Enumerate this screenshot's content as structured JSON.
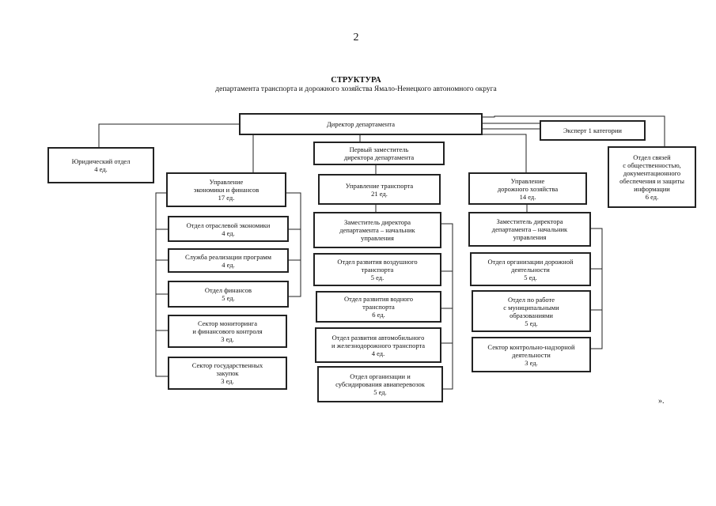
{
  "page_number": "2",
  "title": "СТРУКТУРА",
  "subtitle": "департамента транспорта и дорожного хозяйства Ямало-Ненецкого автономного округа",
  "director": [
    "Директор департамента"
  ],
  "expert": [
    "Эксперт 1 категории"
  ],
  "legal": [
    "Юридический отдел",
    "4 ед."
  ],
  "public_relations": [
    "Отдел связей",
    "с общественностью,",
    "документационного",
    "обеспечения и защиты",
    "информации",
    "6 ед."
  ],
  "first_deputy": [
    "Первый заместитель",
    "директора департамента"
  ],
  "economics": {
    "head": [
      "Управление",
      "экономики и финансов",
      "17 ед."
    ],
    "units": [
      [
        "Отдел отраслевой экономики",
        "4 ед."
      ],
      [
        "Служба реализации программ",
        "4 ед."
      ],
      [
        "Отдел финансов",
        "5 ед."
      ],
      [
        "Сектор мониторинга",
        "и финансового контроля",
        "3 ед."
      ],
      [
        "Сектор государственных",
        "закупок",
        "3 ед."
      ]
    ]
  },
  "transport": {
    "head": [
      "Управление транспорта",
      "21 ед."
    ],
    "units": [
      [
        "Заместитель директора",
        "департамента – начальник",
        "управления"
      ],
      [
        "Отдел развития воздушного",
        "транспорта",
        "5 ед."
      ],
      [
        "Отдел развития водного",
        "транспорта",
        "6 ед."
      ],
      [
        "Отдел развития автомобильного",
        "и железнодорожного транспорта",
        "4 ед."
      ],
      [
        "Отдел организации и",
        "субсидирования авиаперевозок",
        "5 ед."
      ]
    ]
  },
  "roads": {
    "head": [
      "Управление",
      "дорожного хозяйства",
      "14 ед."
    ],
    "units": [
      [
        "Заместитель директора",
        "департамента – начальник",
        "управления"
      ],
      [
        "Отдел организации дорожной",
        "деятельности",
        "5 ед."
      ],
      [
        "Отдел по работе",
        "с муниципальными",
        "образованиями",
        "5 ед."
      ],
      [
        "Сектор контрольно-надзорной",
        "деятельности",
        "3 ед."
      ]
    ]
  },
  "closing_mark": "».",
  "colors": {
    "ink": "#222222",
    "paper": "#ffffff"
  }
}
